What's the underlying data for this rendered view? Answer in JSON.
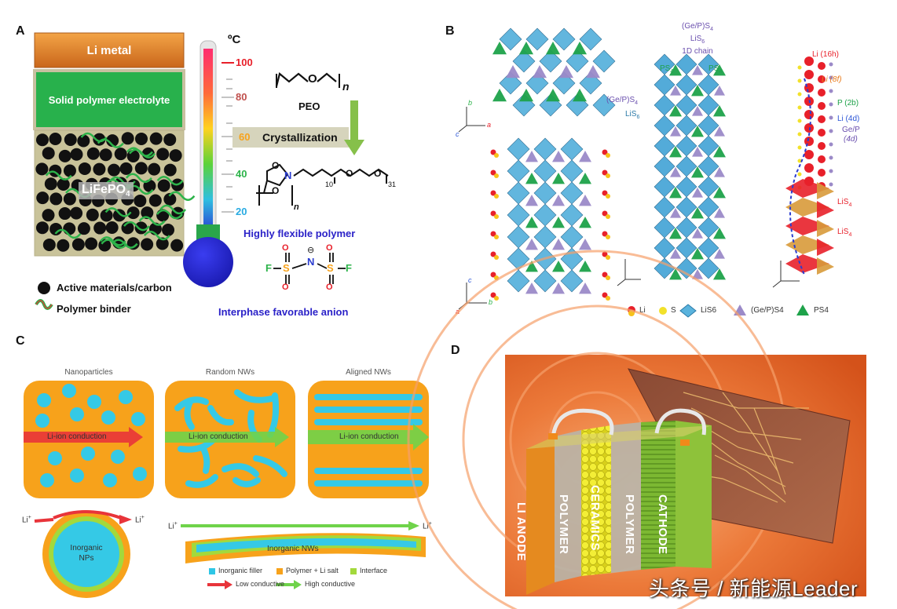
{
  "panels": {
    "a": {
      "label": "A",
      "li_metal": "Li metal",
      "spe": "Solid polymer electrolyte",
      "lifepo4": "LiFePO",
      "lifepo4_sub": "4",
      "unit": "ºC",
      "ticks": [
        "100",
        "80",
        "60",
        "40",
        "20"
      ],
      "tick_colors": [
        "#e8202a",
        "#c0504d",
        "#f7a21b",
        "#2db34a",
        "#29abe2"
      ],
      "peo_label": "PEO",
      "peo_n": "n",
      "crystallization": "Crystallization",
      "struct_n": "n",
      "struct_10": "10",
      "struct_31": "31",
      "flexible": "Highly flexible polymer",
      "anion": "Interphase favorable anion",
      "legend_active": "Active materials/carbon",
      "legend_binder": "Polymer binder"
    },
    "b": {
      "label": "B",
      "chain_title_1": "(Ge/P)S",
      "chain_title_1_sub": "4",
      "chain_title_2": "LiS",
      "chain_title_2_sub": "6",
      "chain_title_3": "1D chain",
      "ps4_left": "PS",
      "ps4_right": "PS",
      "ps_sub": "4",
      "gep_left": "(Ge/P)S",
      "gep_left_sub": "4",
      "lis6_left": "LiS",
      "lis6_left_sub": "6",
      "li16h": "Li (16h)",
      "li8f": "Li (8f)",
      "p2b": "P (2b)",
      "li4d": "Li (4d)",
      "gep": "Ge/P",
      "gep4d": "(4d)",
      "lis4_1": "LiS",
      "lis4_2": "LiS",
      "lis4_sub": "4",
      "legend": [
        "Li",
        "S",
        "LiS6",
        "(Ge/P)S4",
        "PS4"
      ]
    },
    "c": {
      "label": "C",
      "titles": [
        "Nanoparticles",
        "Random NWs",
        "Aligned NWs"
      ],
      "conduction": "Li-ion conduction",
      "li_plus": "Li",
      "plus": "+",
      "np_label_1": "Inorganic",
      "np_label_2": "NPs",
      "nw_label": "Inorganic NWs",
      "legend": [
        "Inorganic filler",
        "Polymer + Li salt",
        "Interface"
      ],
      "legend_colors": [
        "#2ec6e6",
        "#f7a21b",
        "#a3d93c"
      ],
      "low": "Low conductive",
      "high": "High conductive"
    },
    "d": {
      "label": "D",
      "layers": [
        "LI ANODE",
        "POLYMER",
        "CERAMICS",
        "POLYMER",
        "CATHODE"
      ]
    }
  },
  "watermark": "头条号 / 新能源Leader"
}
